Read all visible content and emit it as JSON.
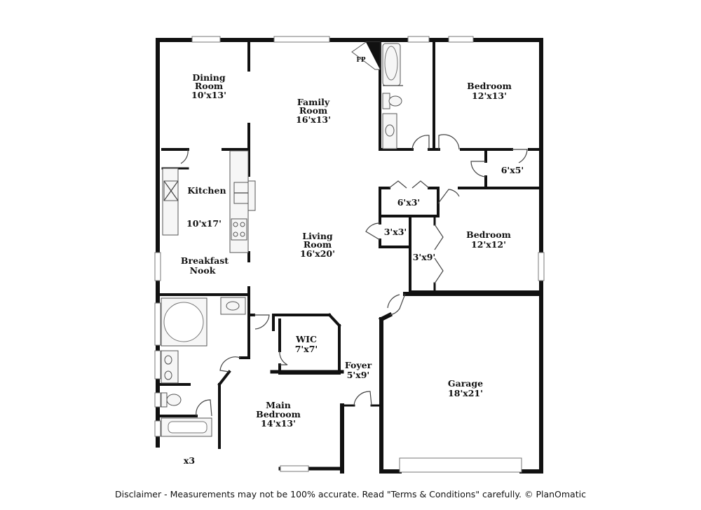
{
  "rooms": {
    "dining": {
      "name_line1": "Dining",
      "name_line2": "Room",
      "size": "10'x13'"
    },
    "family": {
      "name_line1": "Family",
      "name_line2": "Room",
      "size": "16'x13'"
    },
    "kitchen": {
      "name": "Kitchen",
      "size": "10'x17'"
    },
    "breakfast": {
      "name_line1": "Breakfast",
      "name_line2": "Nook"
    },
    "living": {
      "name_line1": "Living",
      "name_line2": "Room",
      "size": "16'x20'"
    },
    "bedroom_top": {
      "name": "Bedroom",
      "size": "12'x13'"
    },
    "bedroom_mid": {
      "name": "Bedroom",
      "size": "12'x12'"
    },
    "closet_6x5": {
      "size": "6'x5'"
    },
    "closet_6x3": {
      "size": "6'x3'"
    },
    "closet_3x3": {
      "size": "3'x3'"
    },
    "closet_3x9": {
      "size": "3'x9'"
    },
    "wic": {
      "name": "WIC",
      "size": "7'x7'"
    },
    "foyer": {
      "name": "Foyer",
      "size": "5'x9'"
    },
    "garage": {
      "name": "Garage",
      "size": "18'x21'"
    },
    "main_bedroom": {
      "name_line1": "Main",
      "name_line2": "Bedroom",
      "size": "14'x13'"
    },
    "fireplace": {
      "label": "FP"
    },
    "partial_bottom_left": {
      "size": "x3"
    }
  },
  "footer": {
    "disclaimer": "Disclaimer - Measurements may not be 100% accurate. Read \"Terms & Conditions\" carefully. © PlanOmatic"
  }
}
